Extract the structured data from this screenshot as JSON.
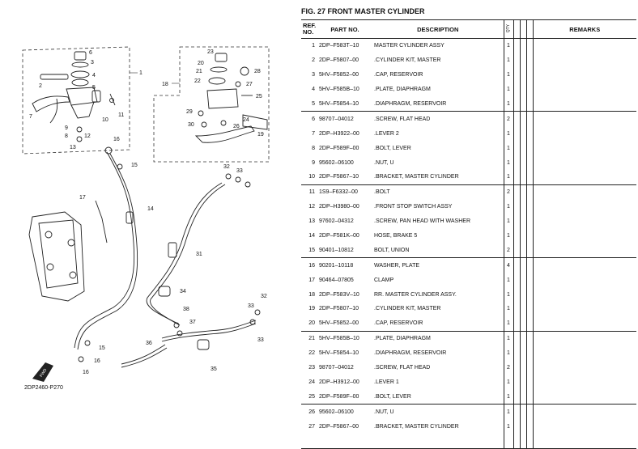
{
  "figure": {
    "title": "FIG. 27  FRONT MASTER CYLINDER"
  },
  "diagram": {
    "code": "2DP2460-P270",
    "fwd_label": "FWD",
    "callouts": [
      "1",
      "2",
      "3",
      "4",
      "5",
      "6",
      "7",
      "8",
      "9",
      "10",
      "11",
      "12",
      "13",
      "14",
      "15",
      "16",
      "17",
      "18",
      "19",
      "20",
      "21",
      "22",
      "23",
      "24",
      "25",
      "26",
      "27",
      "28",
      "29",
      "30",
      "31",
      "32",
      "33",
      "34",
      "35",
      "36",
      "37",
      "38"
    ]
  },
  "table": {
    "headers": {
      "ref": "REF.\nNO.",
      "part_no": "PART NO.",
      "description": "DESCRIPTION",
      "qty": "QTY",
      "remarks": "REMARKS"
    },
    "groups": [
      [
        {
          "ref": "1",
          "part": "2DP–F583T–10",
          "desc": "MASTER CYLINDER ASSY",
          "qty": "1"
        },
        {
          "ref": "2",
          "part": "2DP–F5807–00",
          "desc": ".CYLINDER KIT, MASTER",
          "qty": "1"
        },
        {
          "ref": "3",
          "part": "5HV–F5852–00",
          "desc": ".CAP, RESERVOIR",
          "qty": "1"
        },
        {
          "ref": "4",
          "part": "5HV–F585B–10",
          "desc": ".PLATE, DIAPHRAGM",
          "qty": "1"
        },
        {
          "ref": "5",
          "part": "5HV–F5854–10",
          "desc": ".DIAPHRAGM, RESERVOIR",
          "qty": "1"
        }
      ],
      [
        {
          "ref": "6",
          "part": "98707–04012",
          "desc": ".SCREW, FLAT HEAD",
          "qty": "2"
        },
        {
          "ref": "7",
          "part": "2DP–H3922–00",
          "desc": ".LEVER 2",
          "qty": "1"
        },
        {
          "ref": "8",
          "part": "2DP–F589F–00",
          "desc": ".BOLT, LEVER",
          "qty": "1"
        },
        {
          "ref": "9",
          "part": "95602–06100",
          "desc": ".NUT, U",
          "qty": "1"
        },
        {
          "ref": "10",
          "part": "2DP–F5867–10",
          "desc": ".BRACKET, MASTER CYLINDER",
          "qty": "1"
        }
      ],
      [
        {
          "ref": "11",
          "part": "1S9–F6332–00",
          "desc": ".BOLT",
          "qty": "2"
        },
        {
          "ref": "12",
          "part": "2DP–H3980–00",
          "desc": ".FRONT STOP SWITCH ASSY",
          "qty": "1"
        },
        {
          "ref": "13",
          "part": "97602–04312",
          "desc": ".SCREW, PAN HEAD WITH WASHER",
          "qty": "1"
        },
        {
          "ref": "14",
          "part": "2DP–F581K–00",
          "desc": "HOSE, BRAKE 5",
          "qty": "1"
        },
        {
          "ref": "15",
          "part": "90401–10812",
          "desc": "BOLT, UNION",
          "qty": "2"
        }
      ],
      [
        {
          "ref": "16",
          "part": "90201–10118",
          "desc": "WASHER, PLATE",
          "qty": "4"
        },
        {
          "ref": "17",
          "part": "90464–07805",
          "desc": "CLAMP",
          "qty": "1"
        },
        {
          "ref": "18",
          "part": "2DP–F583V–10",
          "desc": "RR. MASTER CYLINDER ASSY.",
          "qty": "1"
        },
        {
          "ref": "19",
          "part": "2DP–F5807–10",
          "desc": ".CYLINDER KIT, MASTER",
          "qty": "1"
        },
        {
          "ref": "20",
          "part": "5HV–F5852–00",
          "desc": ".CAP, RESERVOIR",
          "qty": "1"
        }
      ],
      [
        {
          "ref": "21",
          "part": "5HV–F585B–10",
          "desc": ".PLATE, DIAPHRAGM",
          "qty": "1"
        },
        {
          "ref": "22",
          "part": "5HV–F5854–10",
          "desc": ".DIAPHRAGM, RESERVOIR",
          "qty": "1"
        },
        {
          "ref": "23",
          "part": "98707–04012",
          "desc": ".SCREW, FLAT HEAD",
          "qty": "2"
        },
        {
          "ref": "24",
          "part": "2DP–H3912–00",
          "desc": ".LEVER 1",
          "qty": "1"
        },
        {
          "ref": "25",
          "part": "2DP–F589F–00",
          "desc": ".BOLT, LEVER",
          "qty": "1"
        }
      ],
      [
        {
          "ref": "26",
          "part": "95602–06100",
          "desc": ".NUT, U",
          "qty": "1"
        },
        {
          "ref": "27",
          "part": "2DP–F5867–00",
          "desc": ".BRACKET, MASTER CYLINDER",
          "qty": "1"
        },
        {
          "ref": "",
          "part": "",
          "desc": "",
          "qty": ""
        }
      ]
    ]
  }
}
